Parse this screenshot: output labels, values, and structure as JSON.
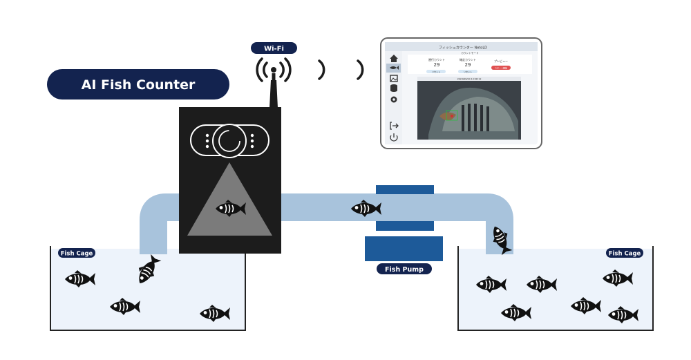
{
  "diagram": {
    "title": "AI Fish Counter",
    "wifi_label": "Wi-Fi",
    "pump_label": "Fish Pump",
    "left_cage_label": "Fish Cage",
    "right_cage_label": "Fish Cage"
  },
  "tablet": {
    "app_title": "フィッシュカウンター NetoLD",
    "section_label": "カウントモード",
    "counter_a_label": "遡行カウント",
    "counter_a_value": "29",
    "counter_b_label": "確定カウント",
    "counter_b_value": "29",
    "preview_label": "プレビュー",
    "reset_a": "リセット",
    "reset_b": "リセット",
    "start_button": "スタート開始",
    "camera_caption": "2023/09/20 13:36:12",
    "nav_icons": [
      "home-icon",
      "fish-icon",
      "image-icon",
      "database-icon",
      "gear-icon",
      "logout-icon",
      "power-icon"
    ]
  },
  "colors": {
    "navy": "#13234f",
    "pipe": "#a8c3dc",
    "pump": "#1d5a99",
    "water": "#edf3fb",
    "device": "#1c1c1c"
  }
}
